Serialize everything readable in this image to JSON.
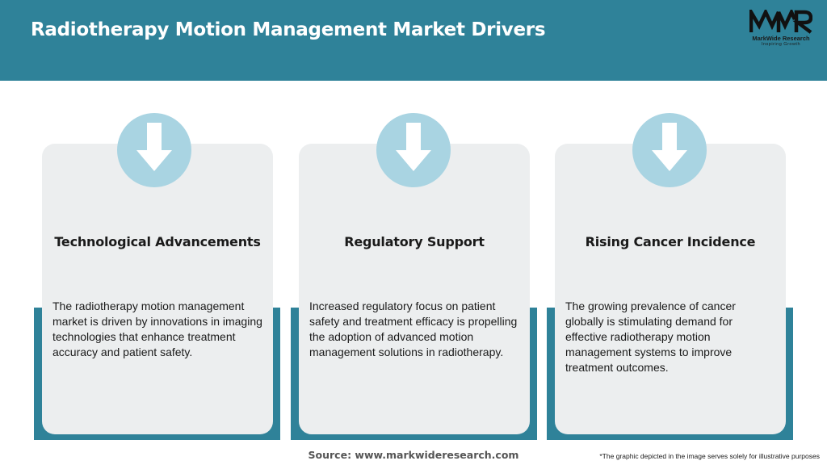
{
  "header": {
    "title": "Radiotherapy Motion Management Market Drivers",
    "background_color": "#2f8299"
  },
  "logo": {
    "mark": "MWR",
    "name": "MarkWide Research",
    "tagline": "Inspiring Growth"
  },
  "cards": [
    {
      "icon": "arrow-down-icon",
      "title": "Technological Advancements",
      "description": "The radiotherapy motion management market is driven by innovations in imaging technologies that enhance treatment accuracy and patient safety."
    },
    {
      "icon": "arrow-down-icon",
      "title": "Regulatory Support",
      "description": "Increased regulatory focus on patient safety and treatment efficacy is propelling the adoption of advanced motion management solutions in radiotherapy."
    },
    {
      "icon": "arrow-down-icon",
      "title": "Rising Cancer Incidence",
      "description": "The growing prevalence of cancer globally is stimulating demand for effective radiotherapy motion management systems to improve treatment outcomes."
    }
  ],
  "colors": {
    "accent": "#2f8299",
    "icon_circle": "#a9d4e2",
    "card_background": "#eceeef"
  },
  "footer": {
    "source": "Source: www.markwideresearch.com",
    "disclaimer": "*The graphic depicted in the image serves solely for illustrative purposes"
  }
}
